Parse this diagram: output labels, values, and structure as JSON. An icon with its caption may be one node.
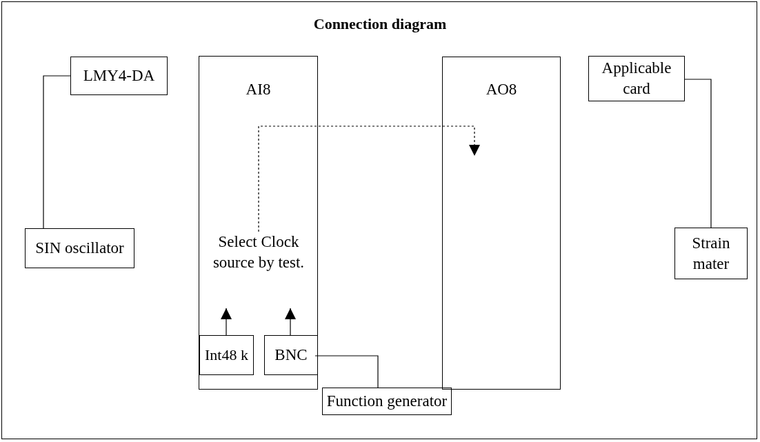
{
  "diagram": {
    "title": "Connection diagram",
    "nodes": [
      {
        "text": [
          "LMY4-DA"
        ]
      },
      {
        "text": [
          "SIN oscillator"
        ]
      },
      {
        "text": [
          "AI8"
        ]
      },
      {
        "text": [
          "Select Clock source by test."
        ],
        "in": 2
      },
      {
        "text": [
          "Int48 k"
        ],
        "in": 2
      },
      {
        "text": [
          "BNC"
        ],
        "in": 2
      },
      {
        "text": [
          "Function generator"
        ]
      },
      {
        "text": [
          "AO8"
        ]
      },
      {
        "text": [
          "Applicable card"
        ]
      },
      {
        "text": [
          "Strain mater"
        ]
      }
    ],
    "edges": [
      {
        "from": 0,
        "to": 1,
        "arrow": "none"
      },
      {
        "from": 4,
        "to": null,
        "arrow": "to"
      },
      {
        "from": 5,
        "to": null,
        "arrow": "to"
      },
      {
        "from": 3,
        "to": 7,
        "arrow": "to",
        "style": "dashed"
      },
      {
        "from": 5,
        "to": 6,
        "arrow": "none"
      },
      {
        "from": 8,
        "to": 9,
        "arrow": "none"
      }
    ]
  }
}
